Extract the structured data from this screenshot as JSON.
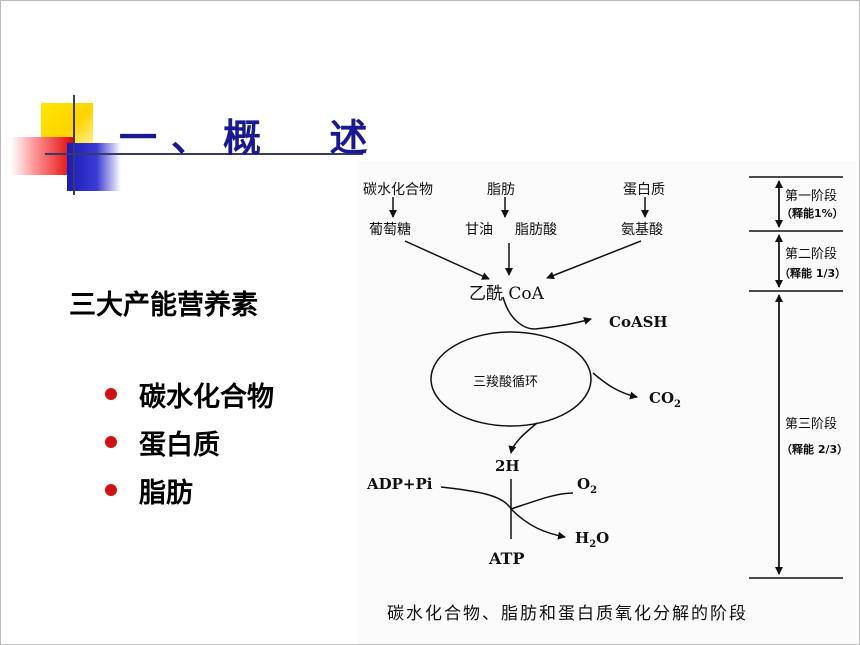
{
  "slide": {
    "title": "一、概  述",
    "subtitle": "三大产能营养素",
    "bullets": [
      "碳水化合物",
      "蛋白质",
      "脂肪"
    ]
  },
  "figure": {
    "sources": [
      "碳水化合物",
      "脂肪",
      "蛋白质"
    ],
    "intermediates": [
      "葡萄糖",
      "甘油",
      "脂肪酸",
      "氨基酸"
    ],
    "acetyl_coa": "乙酰 CoA",
    "coash": "CoASH",
    "tca_cycle": "三羧酸循环",
    "co2": "CO",
    "co2_sub": "2",
    "two_h": "2H",
    "adp_pi": "ADP+Pi",
    "o2": "O",
    "o2_sub": "2",
    "h2o_h": "H",
    "h2o_sub": "2",
    "h2o_o": "O",
    "atp": "ATP",
    "stages": [
      {
        "label": "第一阶段",
        "note": "（释能1%）"
      },
      {
        "label": "第二阶段",
        "note": "（释能 1/3）"
      },
      {
        "label": "第三阶段",
        "note": "（释能 2/3）"
      }
    ],
    "caption": "碳水化合物、脂肪和蛋白质氧化分解的阶段"
  }
}
